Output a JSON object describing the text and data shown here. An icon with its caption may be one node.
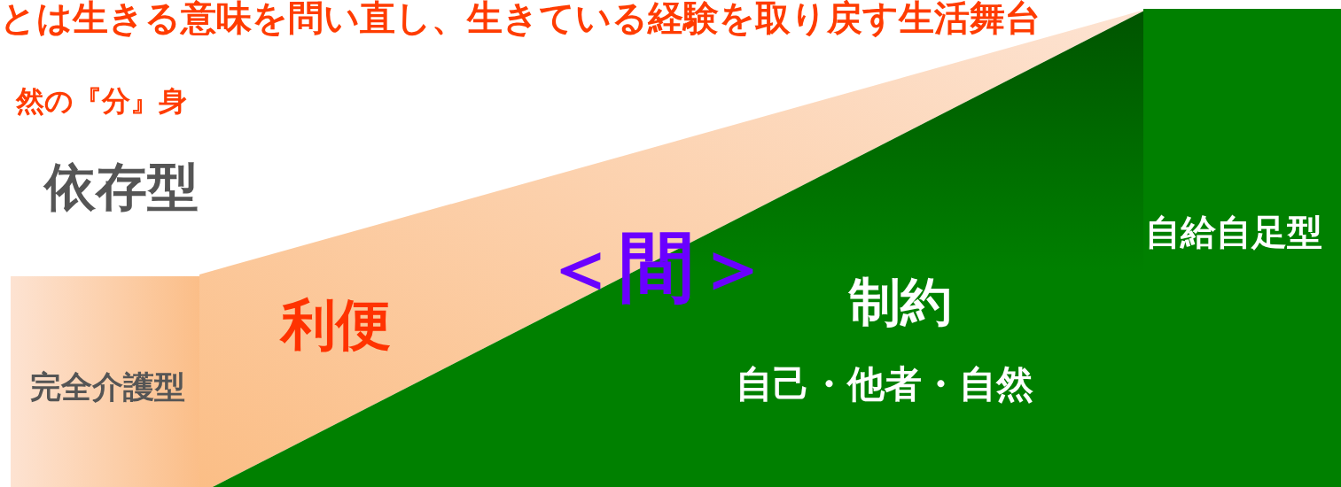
{
  "diagram": {
    "nodes": [
      {
        "text": [
          "完全介護型"
        ]
      },
      {
        "text": [
          "利便"
        ]
      },
      {
        "text": [
          "制約",
          "自己・他者・自然"
        ]
      },
      {
        "text": [
          "自給自足型"
        ]
      }
    ],
    "labels": [
      "とは生きる意味を問い直し、生きている経験を取り戻す生活舞台",
      "然の『分』身",
      "依存型",
      "＜間＞"
    ]
  }
}
